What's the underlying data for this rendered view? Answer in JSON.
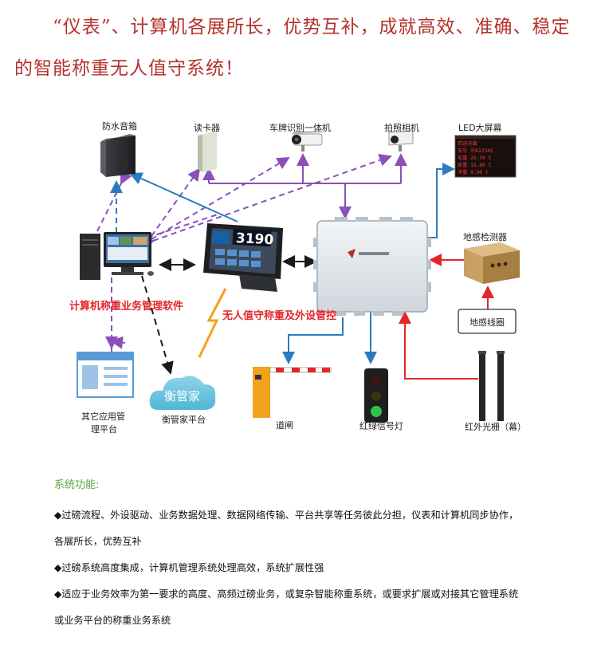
{
  "headline": {
    "line1": "“仪表”、计算机各展所长，优势互补，成就高效、准确、稳定",
    "line2": "的智能称重无人值守系统！"
  },
  "diagram": {
    "devices": {
      "speaker": "防水音箱",
      "card_reader": "读卡器",
      "plate_camera": "车牌识别一体机",
      "photo_camera": "拍照相机",
      "led_screen": "LED大屏幕",
      "ground_detector": "地感检测器",
      "ground_coil": "地感线圈",
      "gate": "道闸",
      "traffic_light": "红绿信号灯",
      "ir_grating": "红外光栅（幕）",
      "other_platform_l1": "其它应用管",
      "other_platform_l2": "理平台",
      "cloud_platform": "衡管家平台",
      "cloud_logo": "衡管家"
    },
    "red_labels": {
      "software": "计算机称重业务管理软件",
      "controller": "无人值守称重及外设管控"
    },
    "indicator_reading": "3190",
    "led_rows": [
      "欢迎光临",
      "车号  沪A12345",
      "毛重    25.70 t",
      "皮重    15.80 t",
      "净重     9.90 t"
    ],
    "colors": {
      "purple": "#8a4fb8",
      "blue": "#2b7bbf",
      "red": "#e3262b",
      "black": "#1a1a1a",
      "orange": "#f2a21b",
      "green": "#5aa83a"
    }
  },
  "features": {
    "title": "系统功能:",
    "lines": [
      "◆过磅流程、外设驱动、业务数据处理、数据网络传输、平台共享等任务彼此分担，仪表和计算机同步协作，",
      "各展所长，优势互补",
      "◆过磅系统高度集成，计算机管理系统处理高效，系统扩展性强",
      "◆适应于业务效率为第一要求的高度、高频过磅业务，或复杂智能称重系统，或要求扩展或对接其它管理系统",
      "或业务平台的称重业务系统"
    ]
  }
}
